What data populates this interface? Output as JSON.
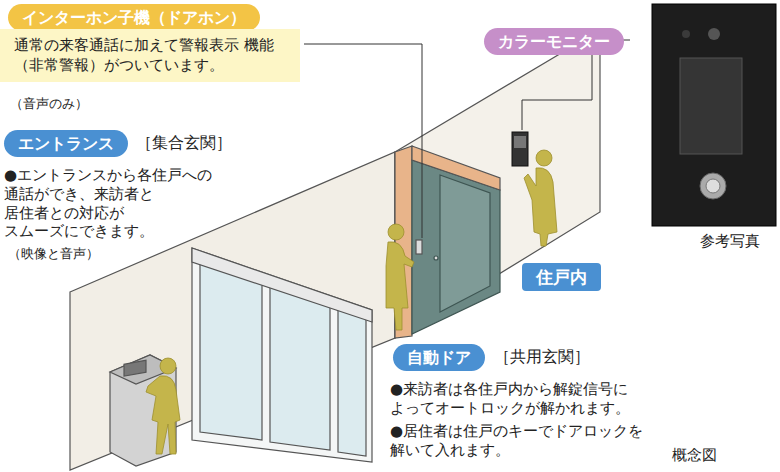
{
  "diagram": {
    "nodes": [
      {
        "text": [
          "インターホン子機（ドアホン）",
          "通常の来客通話に加えて警報表示 機能（非常警報）がついています。"
        ]
      },
      {
        "text": [
          "カラーモニター"
        ]
      },
      {
        "text": [
          "エントランス"
        ]
      },
      {
        "text": [
          "住戸内"
        ]
      },
      {
        "text": [
          "自動ドア"
        ]
      }
    ],
    "edges": [],
    "labels": [
      "（音声のみ）",
      "［集合玄関］",
      "●エントランスから各住戸への 通話ができ、来訪者と 居住者との対応が スムーズにできます。",
      "（映像と音声）",
      "［共用玄関］",
      "●来訪者は各住戸内から解錠信号に よってオートロックが解かれます。",
      "●居住者は住戸のキーでドアロックを 解いて入れます。",
      "参考写真",
      "概念図"
    ]
  }
}
